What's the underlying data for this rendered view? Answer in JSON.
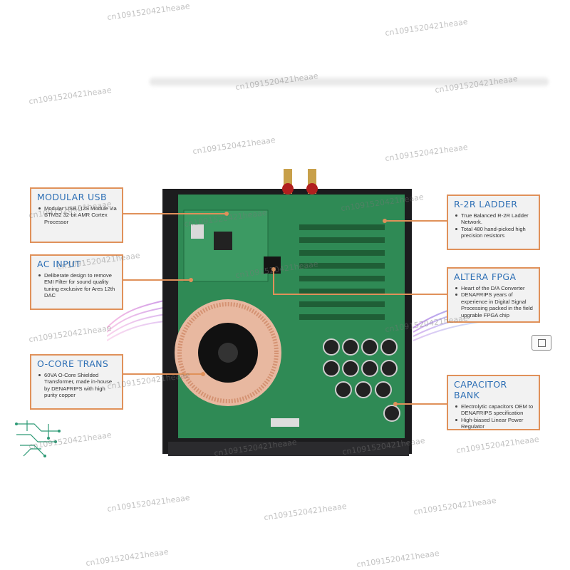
{
  "callouts": {
    "modular_usb": {
      "title": "MODULAR USB",
      "bullets": [
        "Modular USB / I2S Module via STM32 32-bit AMR Cortex Processor"
      ]
    },
    "ac_input": {
      "title": "AC INPUT",
      "bullets": [
        "Deliberate design to remove EMI Filter for sound quality tuning exclusive for Ares 12th DAC"
      ]
    },
    "o_core_trans": {
      "title": "O-CORE TRANS",
      "bullets": [
        "60VA O-Core Shielded Transformer, made in-house by DENAFRIPS with high purity copper"
      ]
    },
    "r2r_ladder": {
      "title": "R-2R LADDER",
      "bullets": [
        "True Balanced R-2R Ladder Network.",
        "Total 480 hand-picked high precision resistors"
      ]
    },
    "altera_fpga": {
      "title": "ALTERA FPGA",
      "bullets": [
        "Heart of the D/A Converter",
        "DENAFRIPS years of experience in Digital Signal Processing packed in the field upgrable FPGA chip"
      ]
    },
    "capacitor_bank": {
      "title": "CAPACITOR BANK",
      "bullets": [
        "Electrolytic capacitors OEM to DENAFRIPS specification",
        "High-biased Linear Power Regulator"
      ]
    }
  },
  "watermark": "cn1091520421heaae",
  "colors": {
    "callout_border": "#e0915a",
    "callout_title": "#2d6fb5",
    "pcb_green": "#2f8a55",
    "chassis": "#1c1c1e"
  }
}
